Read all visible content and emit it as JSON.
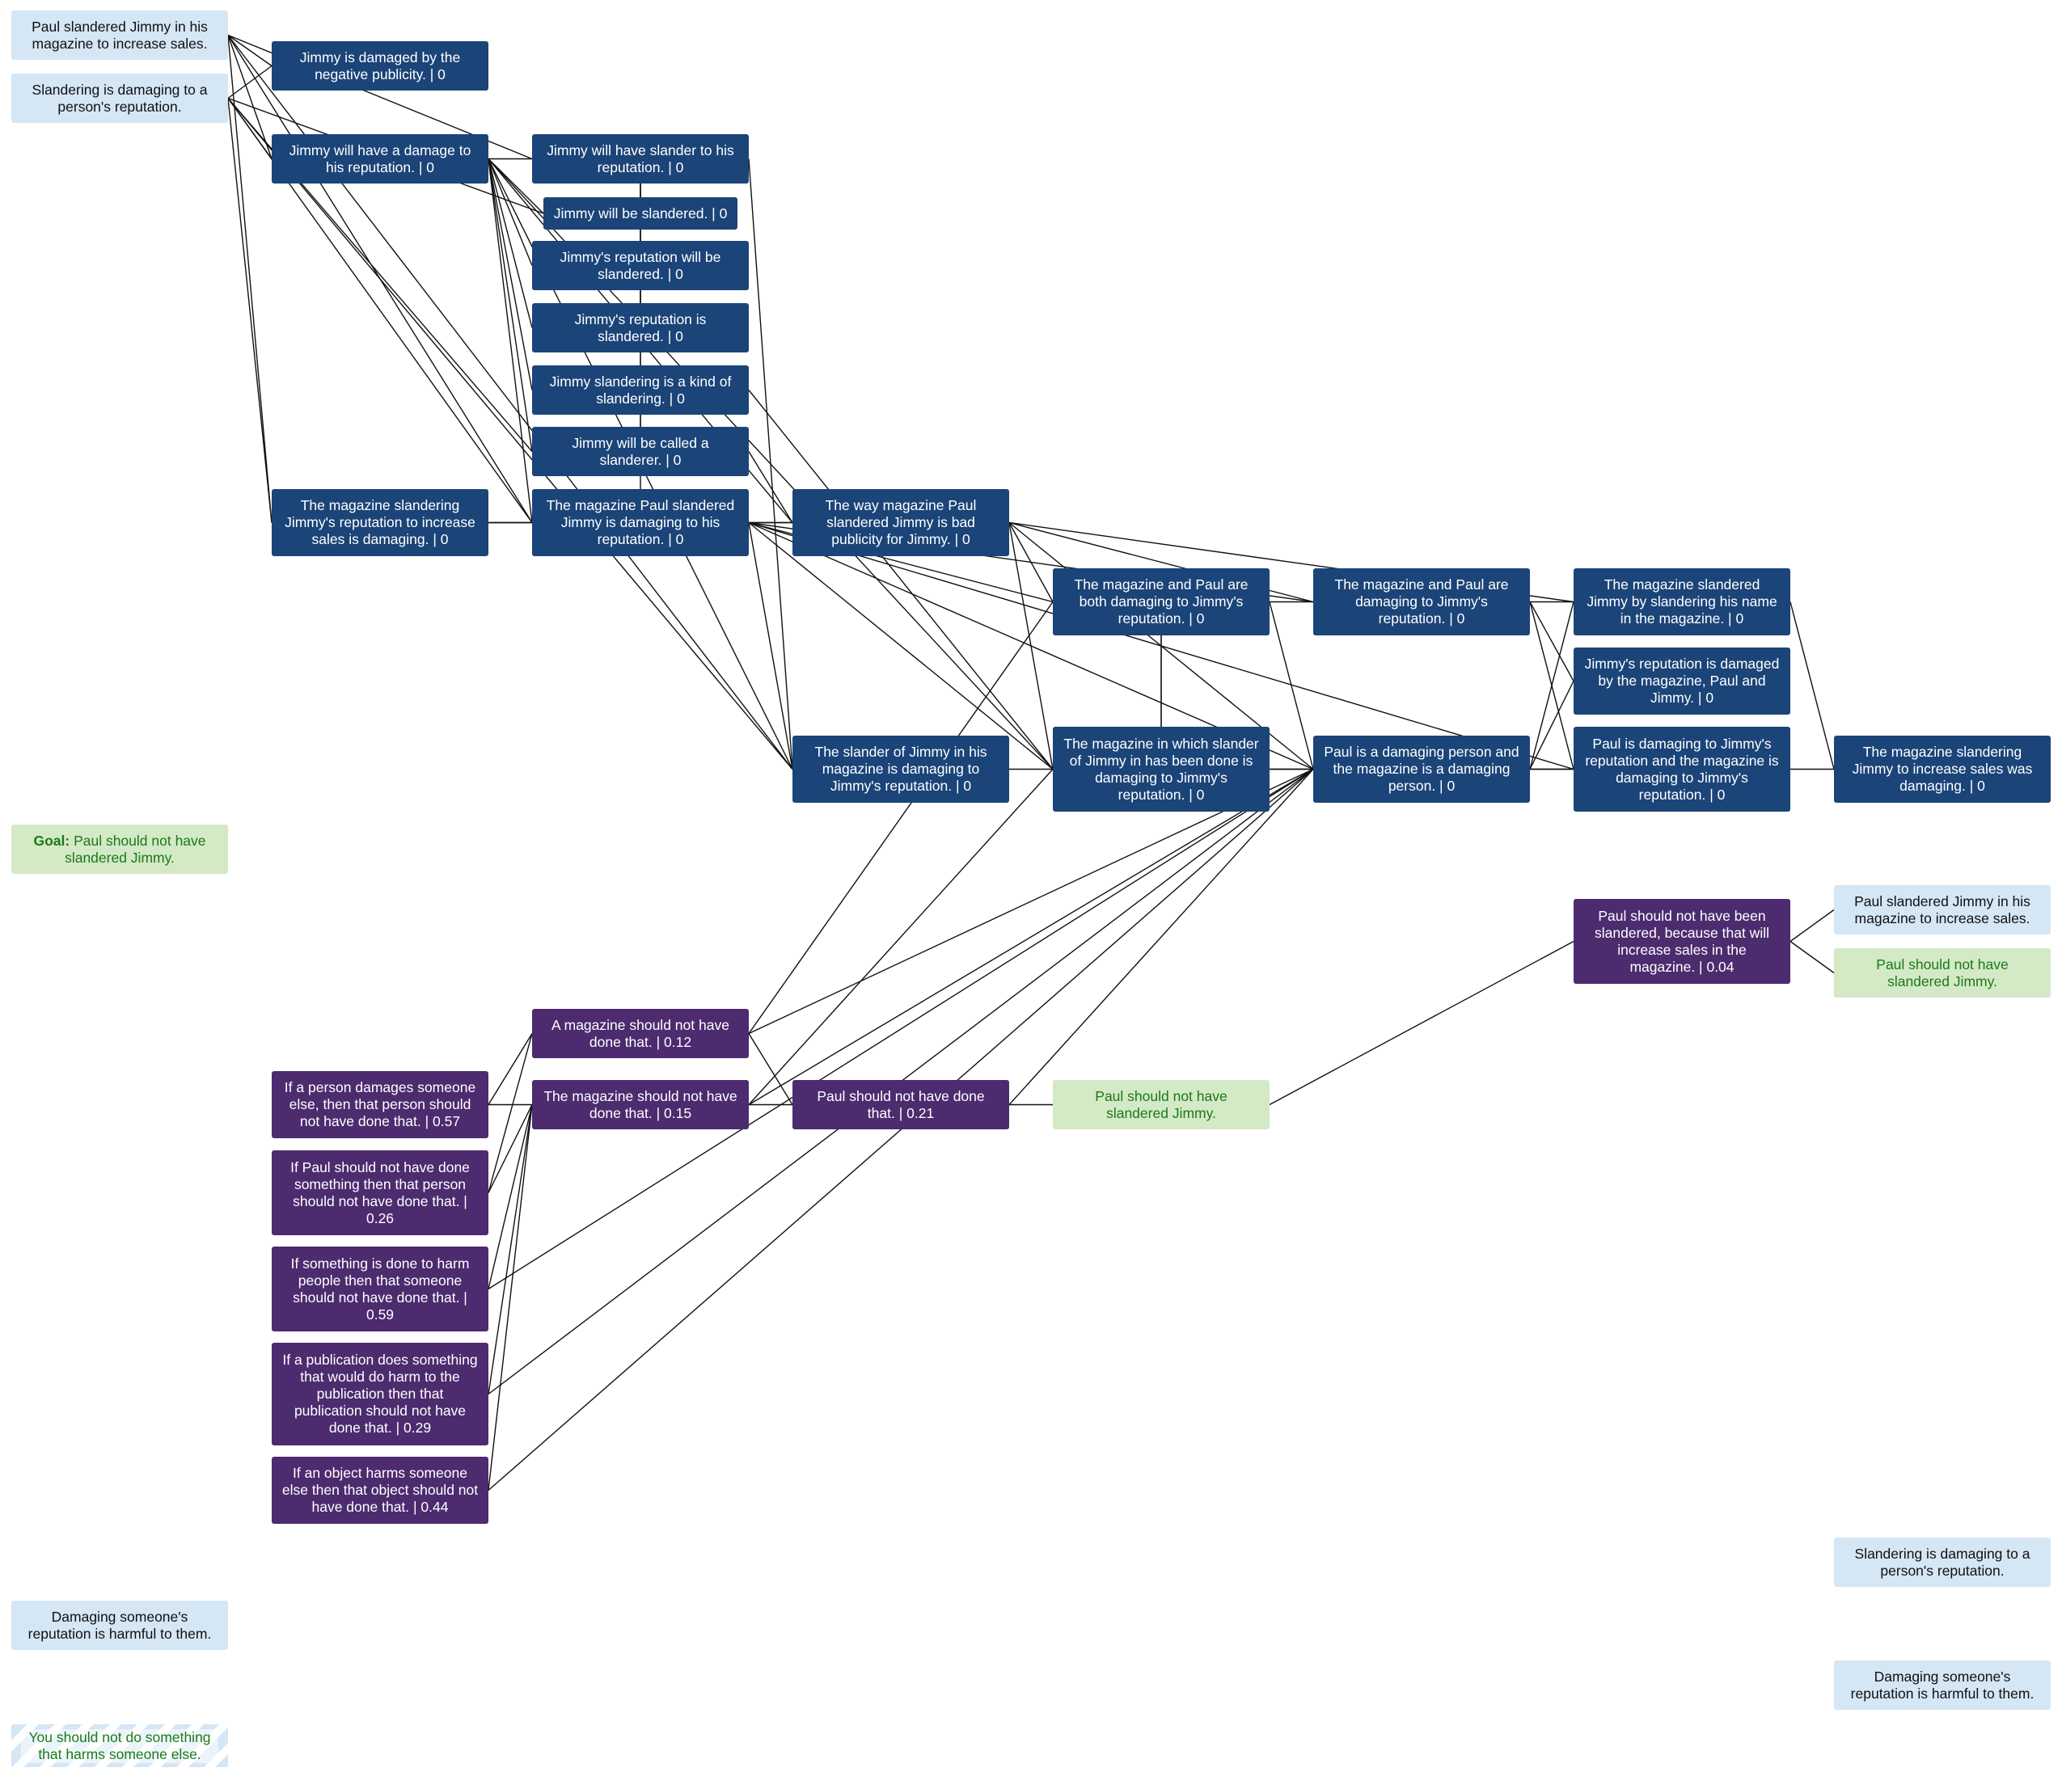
{
  "nodes": {
    "f1": {
      "text": "Paul slandered Jimmy in his magazine to increase sales.",
      "kind": "fact"
    },
    "f2": {
      "text": "Slandering is damaging to a person's reputation.",
      "kind": "fact"
    },
    "goal_left": {
      "prefix": "Goal:",
      "text": "Paul should not have slandered Jimmy.",
      "kind": "goal"
    },
    "f3": {
      "text": "Damaging someone's reputation is harmful to them.",
      "kind": "fact"
    },
    "f4": {
      "text": "You should not do something that harms someone else.",
      "kind": "hatched"
    },
    "i1": {
      "text": "Jimmy is damaged by the negative publicity. | 0",
      "kind": "inference"
    },
    "i2": {
      "text": "Jimmy will have a damage to his reputation. | 0",
      "kind": "inference"
    },
    "i3": {
      "text": "The magazine slandering Jimmy's reputation to increase sales is damaging. | 0",
      "kind": "inference"
    },
    "i4": {
      "text": "Jimmy will have slander to his reputation. | 0",
      "kind": "inference"
    },
    "i5": {
      "text": "Jimmy will be slandered. | 0",
      "kind": "inference"
    },
    "i6": {
      "text": "Jimmy's reputation will be slandered. | 0",
      "kind": "inference"
    },
    "i7": {
      "text": "Jimmy's reputation is slandered. | 0",
      "kind": "inference"
    },
    "i8": {
      "text": "Jimmy slandering is a kind of slandering. | 0",
      "kind": "inference"
    },
    "i9": {
      "text": "Jimmy will be called a slanderer. | 0",
      "kind": "inference"
    },
    "i10": {
      "text": "The magazine Paul slandered Jimmy is damaging to his reputation. | 0",
      "kind": "inference"
    },
    "i11": {
      "text": "The way magazine Paul slandered Jimmy is bad publicity for Jimmy. | 0",
      "kind": "inference"
    },
    "i12": {
      "text": "The slander of Jimmy in his magazine is damaging to Jimmy's reputation. | 0",
      "kind": "inference"
    },
    "i13": {
      "text": "The magazine and Paul are both damaging to Jimmy's reputation. | 0",
      "kind": "inference"
    },
    "i14": {
      "text": "The magazine in which slander of Jimmy in has been done is damaging to Jimmy's reputation. | 0",
      "kind": "inference"
    },
    "i15": {
      "text": "The magazine and Paul are damaging to Jimmy's reputation. | 0",
      "kind": "inference"
    },
    "i16": {
      "text": "Paul is a damaging person and the magazine is a damaging person. | 0",
      "kind": "inference"
    },
    "i17": {
      "text": "The magazine slandered Jimmy by slandering his name in the magazine. | 0",
      "kind": "inference"
    },
    "i18": {
      "text": "Jimmy's reputation is damaged by the magazine, Paul and Jimmy. | 0",
      "kind": "inference"
    },
    "i19": {
      "text": "Paul is damaging to Jimmy's reputation and the magazine is damaging to Jimmy's reputation. | 0",
      "kind": "inference"
    },
    "i20": {
      "text": "The magazine slandering Jimmy to increase sales was damaging. | 0",
      "kind": "inference"
    },
    "r1": {
      "text": "If a person damages someone else, then that person should not have done that. | 0.57",
      "kind": "rule"
    },
    "r2": {
      "text": "If Paul should not have done something then that person should not have done that. | 0.26",
      "kind": "rule"
    },
    "r3": {
      "text": "If something is done to harm people then that someone should not have done that. | 0.59",
      "kind": "rule"
    },
    "r4": {
      "text": "If a publication does something that would do harm to the publication then that publication should not have done that. | 0.29",
      "kind": "rule"
    },
    "r5": {
      "text": "If an object harms someone else then that object should not have done that. | 0.44",
      "kind": "rule"
    },
    "r6": {
      "text": "A magazine should not have done that. | 0.12",
      "kind": "rule"
    },
    "r7": {
      "text": "The magazine should not have done that. | 0.15",
      "kind": "rule"
    },
    "r8": {
      "text": "Paul should not have done that. | 0.21",
      "kind": "rule"
    },
    "g_mid": {
      "text": "Paul should not have slandered Jimmy.",
      "kind": "goal"
    },
    "r9": {
      "text": "Paul should not have been slandered, because that will increase sales in the magazine. | 0.04",
      "kind": "rule"
    },
    "f1r": {
      "text": "Paul slandered Jimmy in his magazine to increase sales.",
      "kind": "fact"
    },
    "g_right": {
      "text": "Paul should not have slandered Jimmy.",
      "kind": "goal"
    },
    "f2r": {
      "text": "Slandering is damaging to a person's reputation.",
      "kind": "fact"
    },
    "f3r": {
      "text": "Damaging someone's reputation is harmful to them.",
      "kind": "fact"
    }
  },
  "edges": [
    [
      "f1",
      "i1"
    ],
    [
      "f1",
      "i2"
    ],
    [
      "f1",
      "i3"
    ],
    [
      "f1",
      "i10"
    ],
    [
      "f1",
      "i4"
    ],
    [
      "f1",
      "i12"
    ],
    [
      "f2",
      "i1"
    ],
    [
      "f2",
      "i2"
    ],
    [
      "f2",
      "i3"
    ],
    [
      "f2",
      "i10"
    ],
    [
      "f2",
      "i9"
    ],
    [
      "f2",
      "i12"
    ],
    [
      "f2",
      "i5"
    ],
    [
      "i2",
      "i4"
    ],
    [
      "i2",
      "i5"
    ],
    [
      "i2",
      "i6"
    ],
    [
      "i2",
      "i7"
    ],
    [
      "i2",
      "i8"
    ],
    [
      "i2",
      "i9"
    ],
    [
      "i2",
      "i10"
    ],
    [
      "i2",
      "i12"
    ],
    [
      "i2",
      "i11"
    ],
    [
      "i2",
      "i14"
    ],
    [
      "i4",
      "i10"
    ],
    [
      "i4",
      "i9"
    ],
    [
      "i4",
      "i7"
    ],
    [
      "i4",
      "i12"
    ],
    [
      "i3",
      "i10"
    ],
    [
      "i3",
      "i11"
    ],
    [
      "i10",
      "i11"
    ],
    [
      "i10",
      "i12"
    ],
    [
      "i10",
      "i13"
    ],
    [
      "i10",
      "i14"
    ],
    [
      "i10",
      "i15"
    ],
    [
      "i10",
      "i19"
    ],
    [
      "i10",
      "i16"
    ],
    [
      "i9",
      "i11"
    ],
    [
      "i8",
      "i14"
    ],
    [
      "i11",
      "i13"
    ],
    [
      "i11",
      "i14"
    ],
    [
      "i11",
      "i15"
    ],
    [
      "i11",
      "i16"
    ],
    [
      "i11",
      "i17"
    ],
    [
      "i12",
      "i14"
    ],
    [
      "i13",
      "i15"
    ],
    [
      "i13",
      "i16"
    ],
    [
      "i13",
      "i14"
    ],
    [
      "i14",
      "i16"
    ],
    [
      "i14",
      "i13"
    ],
    [
      "i14",
      "i19"
    ],
    [
      "i15",
      "i17"
    ],
    [
      "i15",
      "i18"
    ],
    [
      "i15",
      "i19"
    ],
    [
      "i16",
      "i17"
    ],
    [
      "i16",
      "i18"
    ],
    [
      "i16",
      "i19"
    ],
    [
      "i19",
      "i20"
    ],
    [
      "i17",
      "i20"
    ],
    [
      "r1",
      "r7"
    ],
    [
      "r2",
      "r7"
    ],
    [
      "r3",
      "r7"
    ],
    [
      "r4",
      "r7"
    ],
    [
      "r5",
      "r7"
    ],
    [
      "r1",
      "r6"
    ],
    [
      "r2",
      "r6"
    ],
    [
      "r7",
      "i14"
    ],
    [
      "r7",
      "r8"
    ],
    [
      "r6",
      "r8"
    ],
    [
      "r6",
      "i16"
    ],
    [
      "r6",
      "i13"
    ],
    [
      "r3",
      "i16"
    ],
    [
      "r4",
      "i16"
    ],
    [
      "r5",
      "i16"
    ],
    [
      "r8",
      "i16"
    ],
    [
      "r7",
      "i16"
    ],
    [
      "r8",
      "g_mid"
    ],
    [
      "g_mid",
      "r9"
    ],
    [
      "r9",
      "f1r"
    ],
    [
      "r9",
      "g_right"
    ]
  ]
}
